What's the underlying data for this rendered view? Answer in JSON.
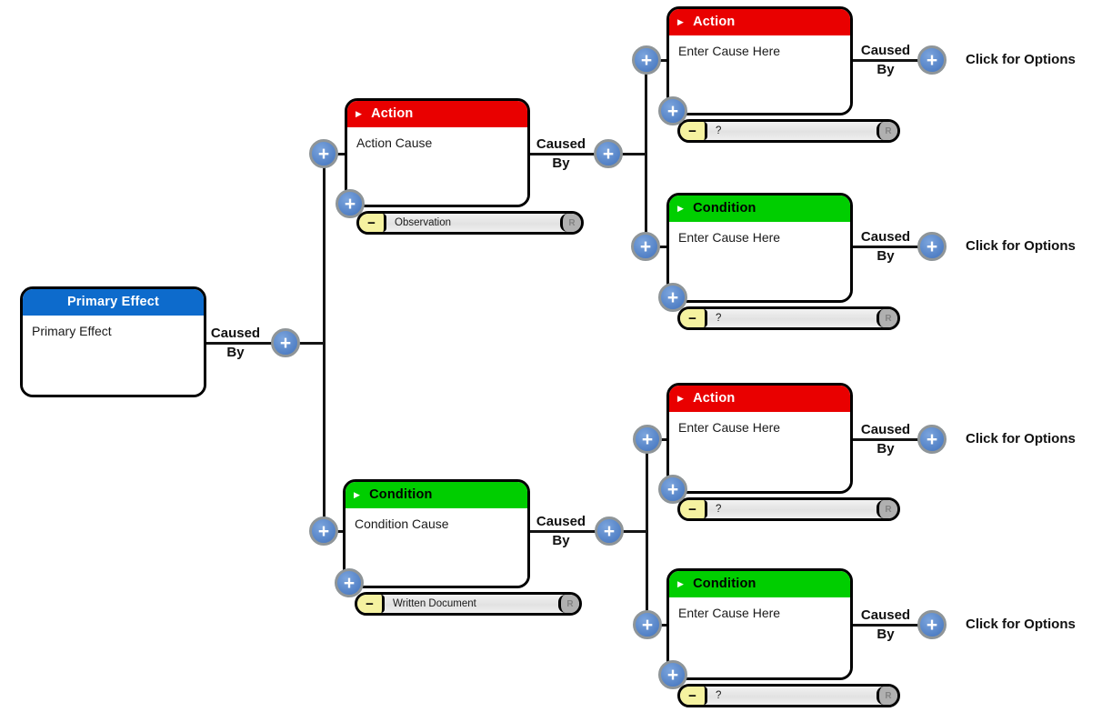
{
  "labels": {
    "caused": "Caused",
    "by": "By",
    "click_for_options": "Click for Options"
  },
  "icons": {
    "plus": "+",
    "minus": "−",
    "rules_check": "R",
    "node_arrow": "▶"
  },
  "colors": {
    "primary_header": "#0D6BCC",
    "action_header": "#E90000",
    "condition_header": "#00CE00",
    "plus_fill": "#5587CB",
    "plus_ring": "#8F9598",
    "evidence_yellow": "#F5F2A0",
    "evidence_gray": "#E7E7E7",
    "evidence_cap_gray": "#B0B0B0",
    "line_black": "#141414"
  },
  "nodes": [
    {
      "type": "primary",
      "header": "Primary Effect",
      "body": "Primary Effect"
    },
    {
      "type": "action",
      "header": "Action",
      "body": "Action Cause",
      "evidence": "Observation"
    },
    {
      "type": "action",
      "header": "Action",
      "body": "Enter Cause Here",
      "evidence": "?"
    },
    {
      "type": "condition",
      "header": "Condition",
      "body": "Enter Cause Here",
      "evidence": "?"
    },
    {
      "type": "condition",
      "header": "Condition",
      "body": "Condition Cause",
      "evidence": "Written Document"
    },
    {
      "type": "action",
      "header": "Action",
      "body": "Enter Cause Here",
      "evidence": "?"
    },
    {
      "type": "condition",
      "header": "Condition",
      "body": "Enter Cause Here",
      "evidence": "?"
    }
  ]
}
